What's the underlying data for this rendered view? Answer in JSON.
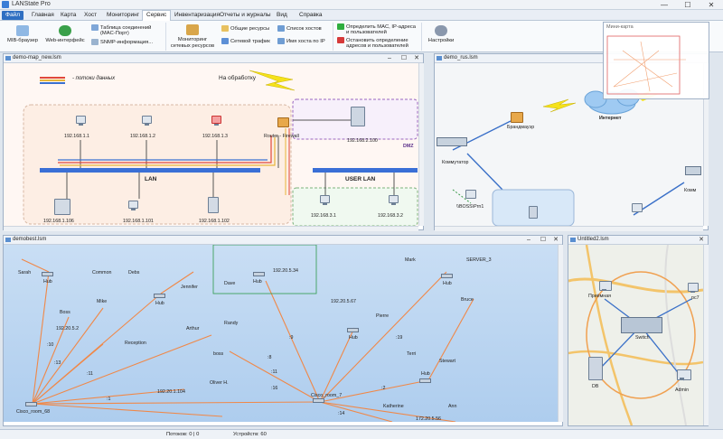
{
  "app": {
    "title": "LANState Pro"
  },
  "menu": [
    "Файл",
    "Главная",
    "Карта",
    "Хост",
    "Мониторинг",
    "Сервис",
    "Инвентаризация",
    "Отчеты и журналы",
    "Вид",
    "Справка"
  ],
  "ribbon": {
    "mib": "MIB-браузер",
    "web": "Web-интерфейс",
    "conn_table_1": "Таблица соединений",
    "conn_table_2": "(MAC-Порт)",
    "snmp_info": "SNMP-информация...",
    "net_res_1": "Мониторинг",
    "net_res_2": "сетевых ресурсов",
    "shared": "Общие ресурсы",
    "traffic": "Сетевой трафик",
    "host_list": "Список хостов",
    "host_by_ip": "Имя хоста по IP",
    "mac_1": "Определить MAC, IP-адреса",
    "mac_2": "и пользователей",
    "stop_1": "Остановить определение",
    "stop_2": "адресов и пользователей",
    "settings": "Настройки"
  },
  "minimap": {
    "title": "Мини-карта"
  },
  "panels": {
    "map_new": "demo-map_new.lsm",
    "rus": "demo_rus.lsm",
    "best": "demobest.lsm",
    "untitled": "Untitled2.lsm"
  },
  "map_new": {
    "legend": "- потоки данных",
    "processing": "На обработку",
    "ip1": "192.168.1.1",
    "ip2": "192.168.1.2",
    "ip3": "192.168.1.3",
    "router": "Router - Firewall",
    "ip100": "192.168.2.100",
    "dmz": "DMZ",
    "lan": "LAN",
    "userlan": "USER LAN",
    "ip106": "192.168.1.106",
    "ip101": "192.168.1.101",
    "ip102": "192.168.1.102",
    "ip31": "192.168.3.1",
    "ip32": "192.168.3.2"
  },
  "rus": {
    "firewall": "Брандмауэр",
    "internet": "Интернет",
    "switch": "Коммутатор",
    "printer": "\\\\BOSS\\Prn1",
    "comm2": "Комм"
  },
  "best": {
    "labels": [
      "Sarah",
      "Hub",
      "Common",
      "Debs",
      "Mike",
      "Hub",
      "Jennifer",
      "Dave",
      "Hub",
      "192.20.5.34",
      "Mark",
      "SERVER_3",
      "Hub",
      "Bruce",
      "Boss",
      "192.20.5.2",
      "Arthur",
      "Randy",
      "192.20.5.67",
      "Hub",
      "Pierre",
      "Reception",
      "boss",
      "Terri",
      "Hub",
      "Stewart",
      "192.20.1.104",
      "Oliver H.",
      "Cisco_room_7",
      "Cisco_room_68",
      "Katherine",
      "Ann",
      "172.20.5.56",
      ":10",
      ":11",
      ":9",
      ":13",
      ":16",
      ":1",
      ":11",
      ":8",
      ":19",
      ":2",
      ":14"
    ]
  },
  "untitled": {
    "reception": "Приёмная",
    "pc7": "pc7",
    "switch": "Switch",
    "db": "DB",
    "admin": "Admin"
  },
  "status": {
    "flows": "Потоков: 0 | 0",
    "devices": "Устройств: 60"
  }
}
